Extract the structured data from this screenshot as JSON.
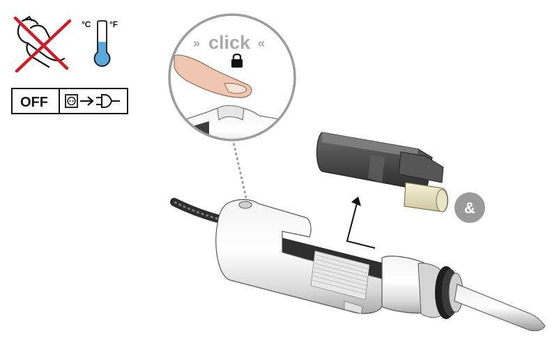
{
  "warnings": {
    "no_touch_icon": "hand-cross-icon",
    "temperature": {
      "celsius": "°C",
      "fahrenheit": "°F"
    },
    "power": {
      "off_label": "OFF",
      "icon": "unplug-icon"
    }
  },
  "callout": {
    "text": "click",
    "icon": "lock-icon"
  },
  "badge": {
    "text": "&"
  },
  "colors": {
    "cross": "#c8202a",
    "thermo_fill": "#5aa8dc",
    "badge": "#9a9a9a",
    "click_text": "#a9a9a9"
  }
}
